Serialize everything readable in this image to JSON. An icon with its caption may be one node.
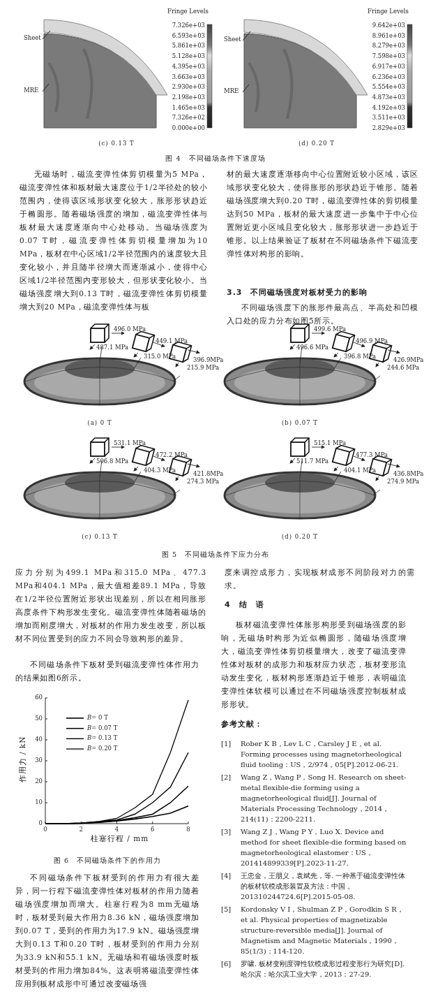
{
  "diagram": {
    "nodes": [
      {
        "text": [
          "Sheet"
        ]
      },
      {
        "text": [
          "MRE"
        ]
      },
      {
        "text": [
          "Sheet"
        ]
      },
      {
        "text": [
          "MRE"
        ]
      }
    ],
    "edges": [
      {
        "from": 0,
        "to": null,
        "arrow": "none"
      },
      {
        "from": 1,
        "to": null,
        "arrow": "none"
      },
      {
        "from": 2,
        "to": null,
        "arrow": "none"
      },
      {
        "from": 3,
        "to": null,
        "arrow": "none"
      }
    ],
    "labels": [
      "Fringe Levels",
      "7.326e+03",
      "6.593e+03",
      "5.861e+03",
      "5.128e+03",
      "4.395e+03",
      "3.663e+03",
      "2.930e+03",
      "2.198e+03",
      "1.465e+03",
      "7.326e+02",
      "0.000e+00",
      "(c) 0.13 T",
      "Fringe Levels",
      "9.642e+03",
      "8.961e+03",
      "8.279e+03",
      "7.598e+03",
      "6.917e+03",
      "6.236e+03",
      "5.554e+03",
      "4.873e+03",
      "4.192e+03",
      "3.511e+03",
      "2.829e+03",
      "(d) 0.20 T",
      "图 4　不同磁场条件下速度场",
      "无磁场时，磁流变弹性体剪切模量为5 MPa，磁流变弹性体和板材最大速度位于1/2半径处的较小范围内，使得该区域形状变化较大，胀形形状趋近于椭圆形。随着磁场强度的增加，磁流变弹性体与板材最大速度逐渐向中心处移动。当磁场强度为0.07 T时，磁流变弹性体剪切模量增加为10 MPa，板材在中心区域1/2半径范围内的速度较大且变化较小，并且随半径增大而逐渐减小，使得中心区域1/2半径范围内变形较大，但形状变化较小。当磁场强度增大到0.13 T时，磁流变弹性体剪切模量增大到20 MPa，磁流变弹性体与板",
      "材的最大速度逐渐移向中心位置附近较小区域，该区域形状变化较大，使得胀形的形状趋近于锥形。随着磁场强度增大到0.20 T时，磁流变弹性体的剪切模量达到50 MPa，板材的最大速度进一步集中于中心位置附近更小区域且变化较大，胀形形状进一步趋近于锥形。以上结果验证了板材在不同磁场条件下磁流变弹性体对构形的影响。",
      "3.3　不同磁场强度对板材受力的影响",
      "不同磁场强度下的胀形件最高点、半高处和凹模入口处的应力分布如图5所示。",
      "496.0 MPa",
      "487.1 MPa",
      "449.1 MPa",
      "315.0 MPa",
      "396.9MPa",
      "215.9 MPa",
      "(a) 0 T",
      "499.6 MPa",
      "496.6 MPa",
      "496.9 MPa",
      "396.8 MPa",
      "426.9MPa",
      "244.6 MPa",
      "(b) 0.07 T",
      "531.1 MPa",
      "506.8 MPa",
      "472.2 MPa",
      "404.3 MPa",
      "421.8MPa",
      "274.3 MPa",
      "(c) 0.13 T",
      "515.1 MPa",
      "511.7 MPa",
      "477.3 MPa",
      "404.1 MPa",
      "436.8MPa",
      "274.9 MPa",
      "(d) 0.20 T",
      "图 5　不同磁场条件下应力分布",
      "应力分别为499.1 MPa和315.0 MPa、477.3 MPa和404.1 MPa，最大值相差89.1 MPa，导致在1/2半径位置附近形状出现差别，所以在相同胀形高度条件下构形发生变化。磁流变弹性体随着磁场的增加而刚度增大，对板材的作用力发生改变，所以板材不同位置受到的应力不同会导致构形的差异。",
      "不同磁场条件下板材受到磁流变弹性体作用力的结果如图6所示。",
      "图 6　不同磁场条件下的作用力",
      "不同磁场条件下板材受到的作用力有很大差异，同一行程下磁流变弹性体对板材的作用力随着磁场强度增加而增大。柱塞行程为8 mm无磁场时，板材受到最大作用力8.36 kN，磁场强度增加到0.07 T，受到的作用力为17.9 kN。磁场强度增大到0.13 T和0.20 T时，板材受到的作用力分别为33.9 kN和55.1 kN。无磁场和有磁场强度时板材受到的作用力增加84%。这表明将磁流变弹性体应用到板材成形中可通过改变磁场强",
      "度来调控成形力，实现板材成形不同阶段对力的需求。",
      "4　结　语",
      "板材磁流变弹性体胀形构形受到磁场强度的影响，无磁场时构形为近似椭圆形，随磁场强度增大，磁流变弹性体剪切模量增大，改变了磁流变弹性体对板材的成形力和板材应力状态，板材变形流动发生变化，板材构形逐渐趋近于锥形，表明磁流变弹性体软模可以通过在不同磁场强度控制板材成形形状。",
      "参考文献：",
      "[1]",
      "Rober K B，Lev L C，Carsley J E，et al. Forming processes using magnetorheological fluid tooling：US，2/974，05[P].2012-06-21.",
      "[2]",
      "Wang Z，Wang P，Song H. Research on sheet-metal flexible-die forming using a magnetorheological fluid[J]. Journal of Materials Processing Technology，2014，214(11)：2200-2211.",
      "[3]",
      "Wang Z J，Wang P Y，Luo X. Device and method for sheet flexible-die forming based on magnetorheological elastomer：US，201414899339[P].2023-11-27.",
      "[4]",
      "王忠金，王朋义，袁斌先，等. 一种基于磁流变弹性体的板材软模成形装置及方法：中国，201310244724.6[P].2015-05-08.",
      "[5]",
      "Kordonsky V I，Shulman Z P，Gorodkin S R，et al. Physical properties of magnetizable structure-reversible media[J]. Journal of Magnetism and Magnetic Materials，1990，85(1/3)：114-120.",
      "[6]",
      "罗啸. 板材变刚度弹性软模成形过程变形行为研究[D]. 哈尔滨：哈尔滨工业大学，2013：27-29."
    ],
    "chart_data": {
      "type": "line",
      "xlabel": "柱塞行程 / mm",
      "ylabel": "作用力 / kN",
      "x": [
        0,
        1,
        2,
        3,
        4,
        5,
        6,
        7,
        8
      ],
      "series": [
        {
          "name": "*B*= 0 T",
          "color": "#000000",
          "values": [
            0,
            0,
            0.2,
            0.6,
            1.3,
            2.2,
            3.4,
            5,
            8.4
          ]
        },
        {
          "name": "*B*= 0.07 T",
          "color": "#000000",
          "values": [
            0,
            0,
            0.2,
            0.7,
            1.5,
            2.8,
            4.5,
            10,
            17.9
          ]
        },
        {
          "name": "*B*= 0.13 T",
          "color": "#000000",
          "values": [
            0,
            0,
            0.3,
            0.9,
            1.8,
            4.5,
            10,
            17.5,
            33.9
          ]
        },
        {
          "name": "*B*= 0.20 T",
          "color": "#000000",
          "values": [
            0,
            0,
            0.3,
            1,
            2.5,
            7.5,
            14,
            34,
            59
          ]
        }
      ],
      "legend": "upper left",
      "xlim": [
        0,
        8
      ],
      "ylim": [
        0,
        60
      ],
      "xticks": [
        0,
        2,
        4,
        6,
        8
      ],
      "yticks": [
        0,
        10,
        20,
        30,
        40,
        50,
        60
      ]
    }
  }
}
